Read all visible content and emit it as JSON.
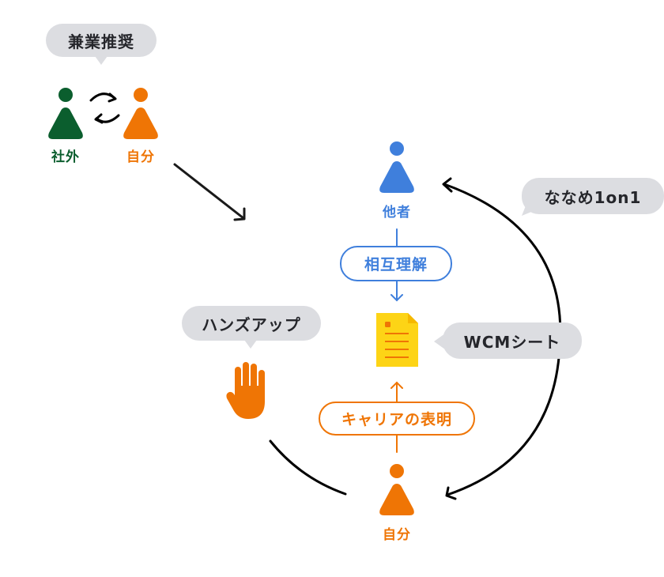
{
  "colors": {
    "green": "#0b5e2e",
    "orange": "#ef7505",
    "blue": "#3f7fdc",
    "yellow": "#fdd416",
    "bubble_bg": "#dcdde1",
    "text_dark": "#25262b",
    "line": "#000000"
  },
  "top_left": {
    "bubble": "兼業推奨",
    "person_external": {
      "label": "社外",
      "icon": "person-icon"
    },
    "person_self": {
      "label": "自分",
      "icon": "person-icon"
    },
    "exchange_icon": "exchange-arrows-icon"
  },
  "other_person": {
    "label": "他者",
    "icon": "person-icon"
  },
  "mutual_understanding": "相互理解",
  "document": {
    "icon": "document-icon",
    "bubble": "WCMシート"
  },
  "career_statement": "キャリアの表明",
  "self_person": {
    "label": "自分",
    "icon": "person-icon"
  },
  "hands_up": {
    "bubble": "ハンズアップ",
    "icon": "raised-hand-icon"
  },
  "diagonal_1on1": {
    "bubble": "ななめ1on1"
  }
}
